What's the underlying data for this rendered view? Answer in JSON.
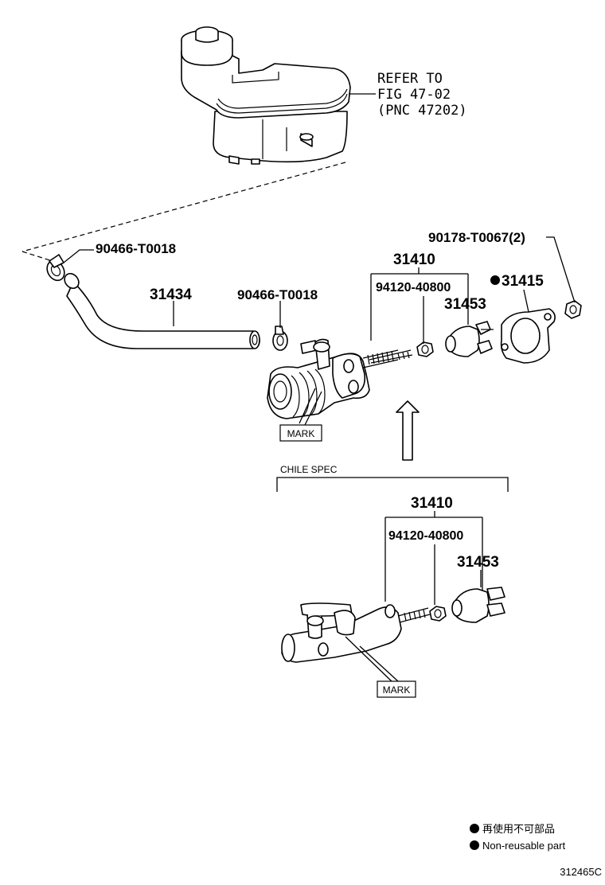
{
  "reference": {
    "line1": "REFER TO",
    "line2": "FIG 47-02",
    "line3": "(PNC 47202)"
  },
  "parts": {
    "clamp_top": "90466-T0018",
    "hose": "31434",
    "clamp_mid": "90466-T0018",
    "cylinder_assy": "31410",
    "repair_kit": "94120-40800",
    "nut": "90178-T0067(2)",
    "gasket": "31415",
    "push_rod": "31453"
  },
  "mark_label": "MARK",
  "chile": {
    "title": "CHILE SPEC",
    "cylinder_assy": "31410",
    "repair_kit": "94120-40800",
    "push_rod": "31453",
    "mark_label": "MARK"
  },
  "legend": {
    "line1": "再使用不可部品",
    "line2": "Non-reusable part"
  },
  "figure_code": "312465C"
}
